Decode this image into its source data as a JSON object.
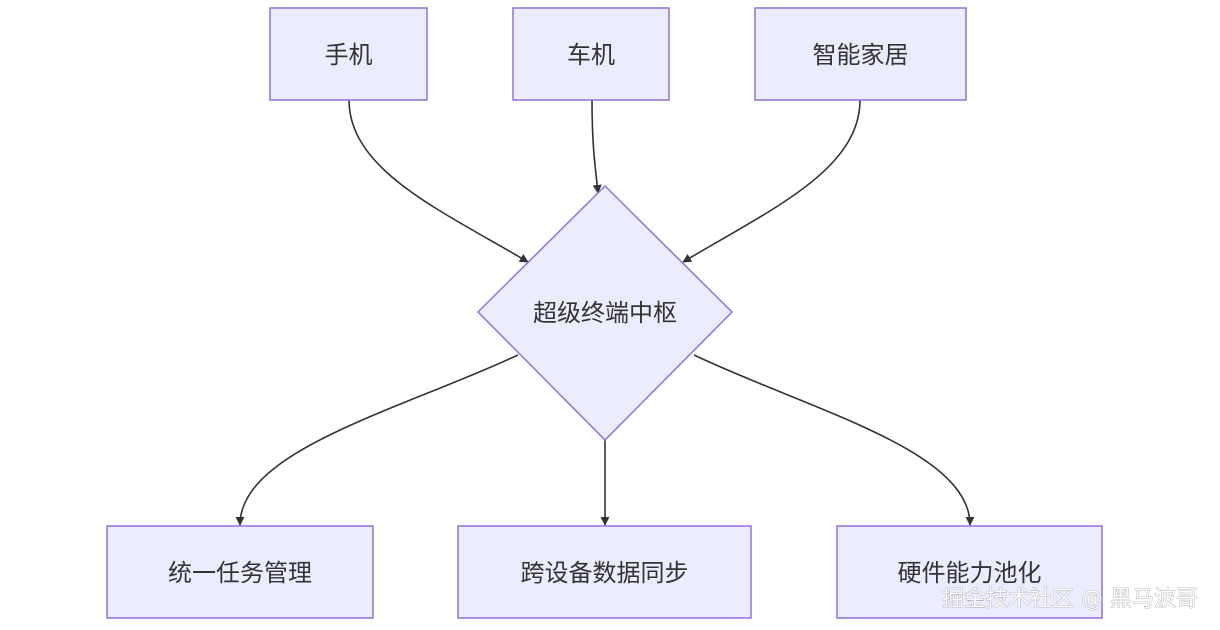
{
  "diagram": {
    "type": "flowchart",
    "nodes": {
      "phone": "手机",
      "car": "车机",
      "smart_home": "智能家居",
      "hub": "超级终端中枢",
      "task_mgmt": "统一任务管理",
      "data_sync": "跨设备数据同步",
      "hw_pool": "硬件能力池化"
    },
    "edges": [
      {
        "from": "phone",
        "to": "hub"
      },
      {
        "from": "car",
        "to": "hub"
      },
      {
        "from": "smart_home",
        "to": "hub"
      },
      {
        "from": "hub",
        "to": "task_mgmt"
      },
      {
        "from": "hub",
        "to": "data_sync"
      },
      {
        "from": "hub",
        "to": "hw_pool"
      }
    ],
    "colors": {
      "node_fill": "#ECECFF",
      "node_stroke": "#9370DB",
      "edge": "#333333",
      "text": "#333333"
    }
  },
  "watermark": "掘金技术社区 @ 黑马波哥"
}
